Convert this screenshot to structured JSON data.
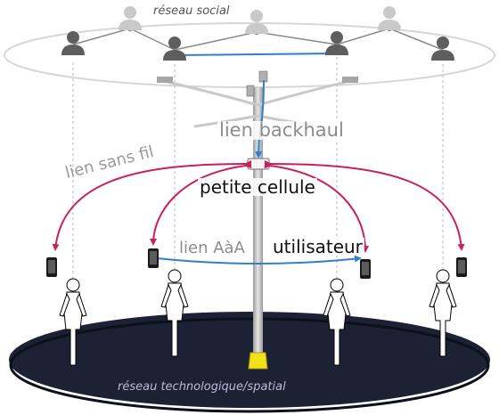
{
  "labels": {
    "social_network": "réseau social",
    "backhaul_link": "lien backhaul",
    "wireless_link": "lien sans fil",
    "small_cell": "petite cellule",
    "d2d_link": "lien AàA",
    "user": "utilisateur",
    "technological_network": "réseau technologique/spatial"
  },
  "colors": {
    "social_active_person": "#5e5e5e",
    "social_faded_person": "#c9c9c9",
    "d2d_link": "#2f80c8",
    "backhaul": "#2f80c8",
    "wireless_link": "#c8215e",
    "ground_disk": "#1c2233",
    "pole_base": "#f2e01a"
  }
}
